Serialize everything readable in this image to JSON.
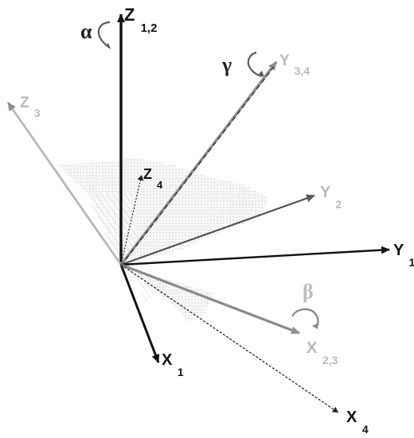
{
  "diagram": {
    "axes": [
      {
        "id": "z12",
        "main": "Z",
        "sub": "1,2",
        "tone": "dark"
      },
      {
        "id": "z3",
        "main": "Z",
        "sub": "3",
        "tone": "light"
      },
      {
        "id": "z4",
        "main": "Z",
        "sub": "4",
        "tone": "dark"
      },
      {
        "id": "y34",
        "main": "Y",
        "sub": "3,4",
        "tone": "light"
      },
      {
        "id": "y2",
        "main": "Y",
        "sub": "2",
        "tone": "light"
      },
      {
        "id": "y1",
        "main": "Y",
        "sub": "1",
        "tone": "dark"
      },
      {
        "id": "x1",
        "main": "X",
        "sub": "1",
        "tone": "dark"
      },
      {
        "id": "x23",
        "main": "X",
        "sub": "2,3",
        "tone": "light"
      },
      {
        "id": "x4",
        "main": "X",
        "sub": "4",
        "tone": "dark"
      }
    ],
    "rotations": [
      {
        "id": "alpha",
        "symbol": "α",
        "tone": "dark"
      },
      {
        "id": "gamma",
        "symbol": "γ",
        "tone": "dark"
      },
      {
        "id": "beta",
        "symbol": "β",
        "tone": "light"
      }
    ]
  }
}
